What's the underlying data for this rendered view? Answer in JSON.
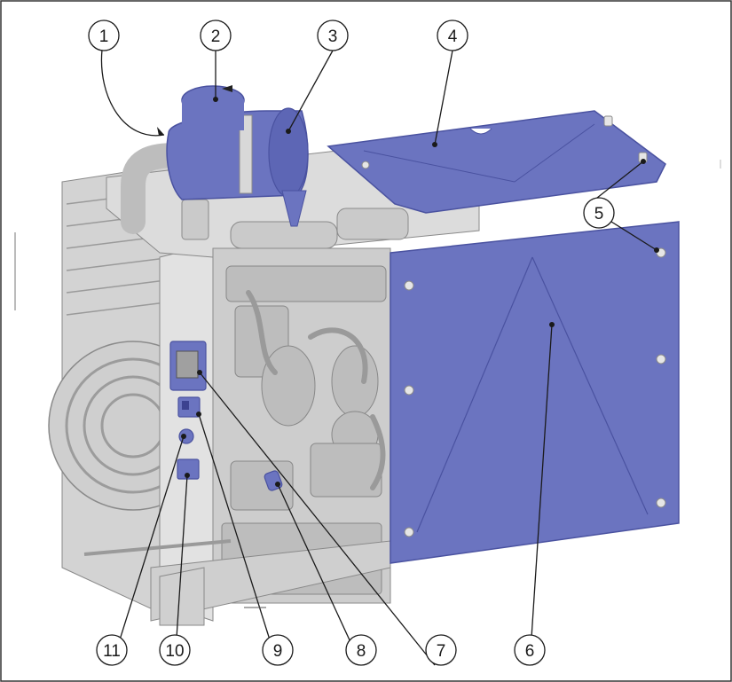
{
  "callouts": [
    {
      "id": "1",
      "label": "1"
    },
    {
      "id": "2",
      "label": "2"
    },
    {
      "id": "3",
      "label": "3"
    },
    {
      "id": "4",
      "label": "4"
    },
    {
      "id": "5",
      "label": "5"
    },
    {
      "id": "6",
      "label": "6"
    },
    {
      "id": "7",
      "label": "7"
    },
    {
      "id": "8",
      "label": "8"
    },
    {
      "id": "9",
      "label": "9"
    },
    {
      "id": "10",
      "label": "10"
    },
    {
      "id": "11",
      "label": "11"
    }
  ],
  "colors": {
    "highlight": "#6b74c0",
    "highlight_dark": "#4a52a0",
    "engine_gray": "#d6d6d6",
    "engine_dark": "#a9a9a9",
    "outline": "#444444"
  }
}
